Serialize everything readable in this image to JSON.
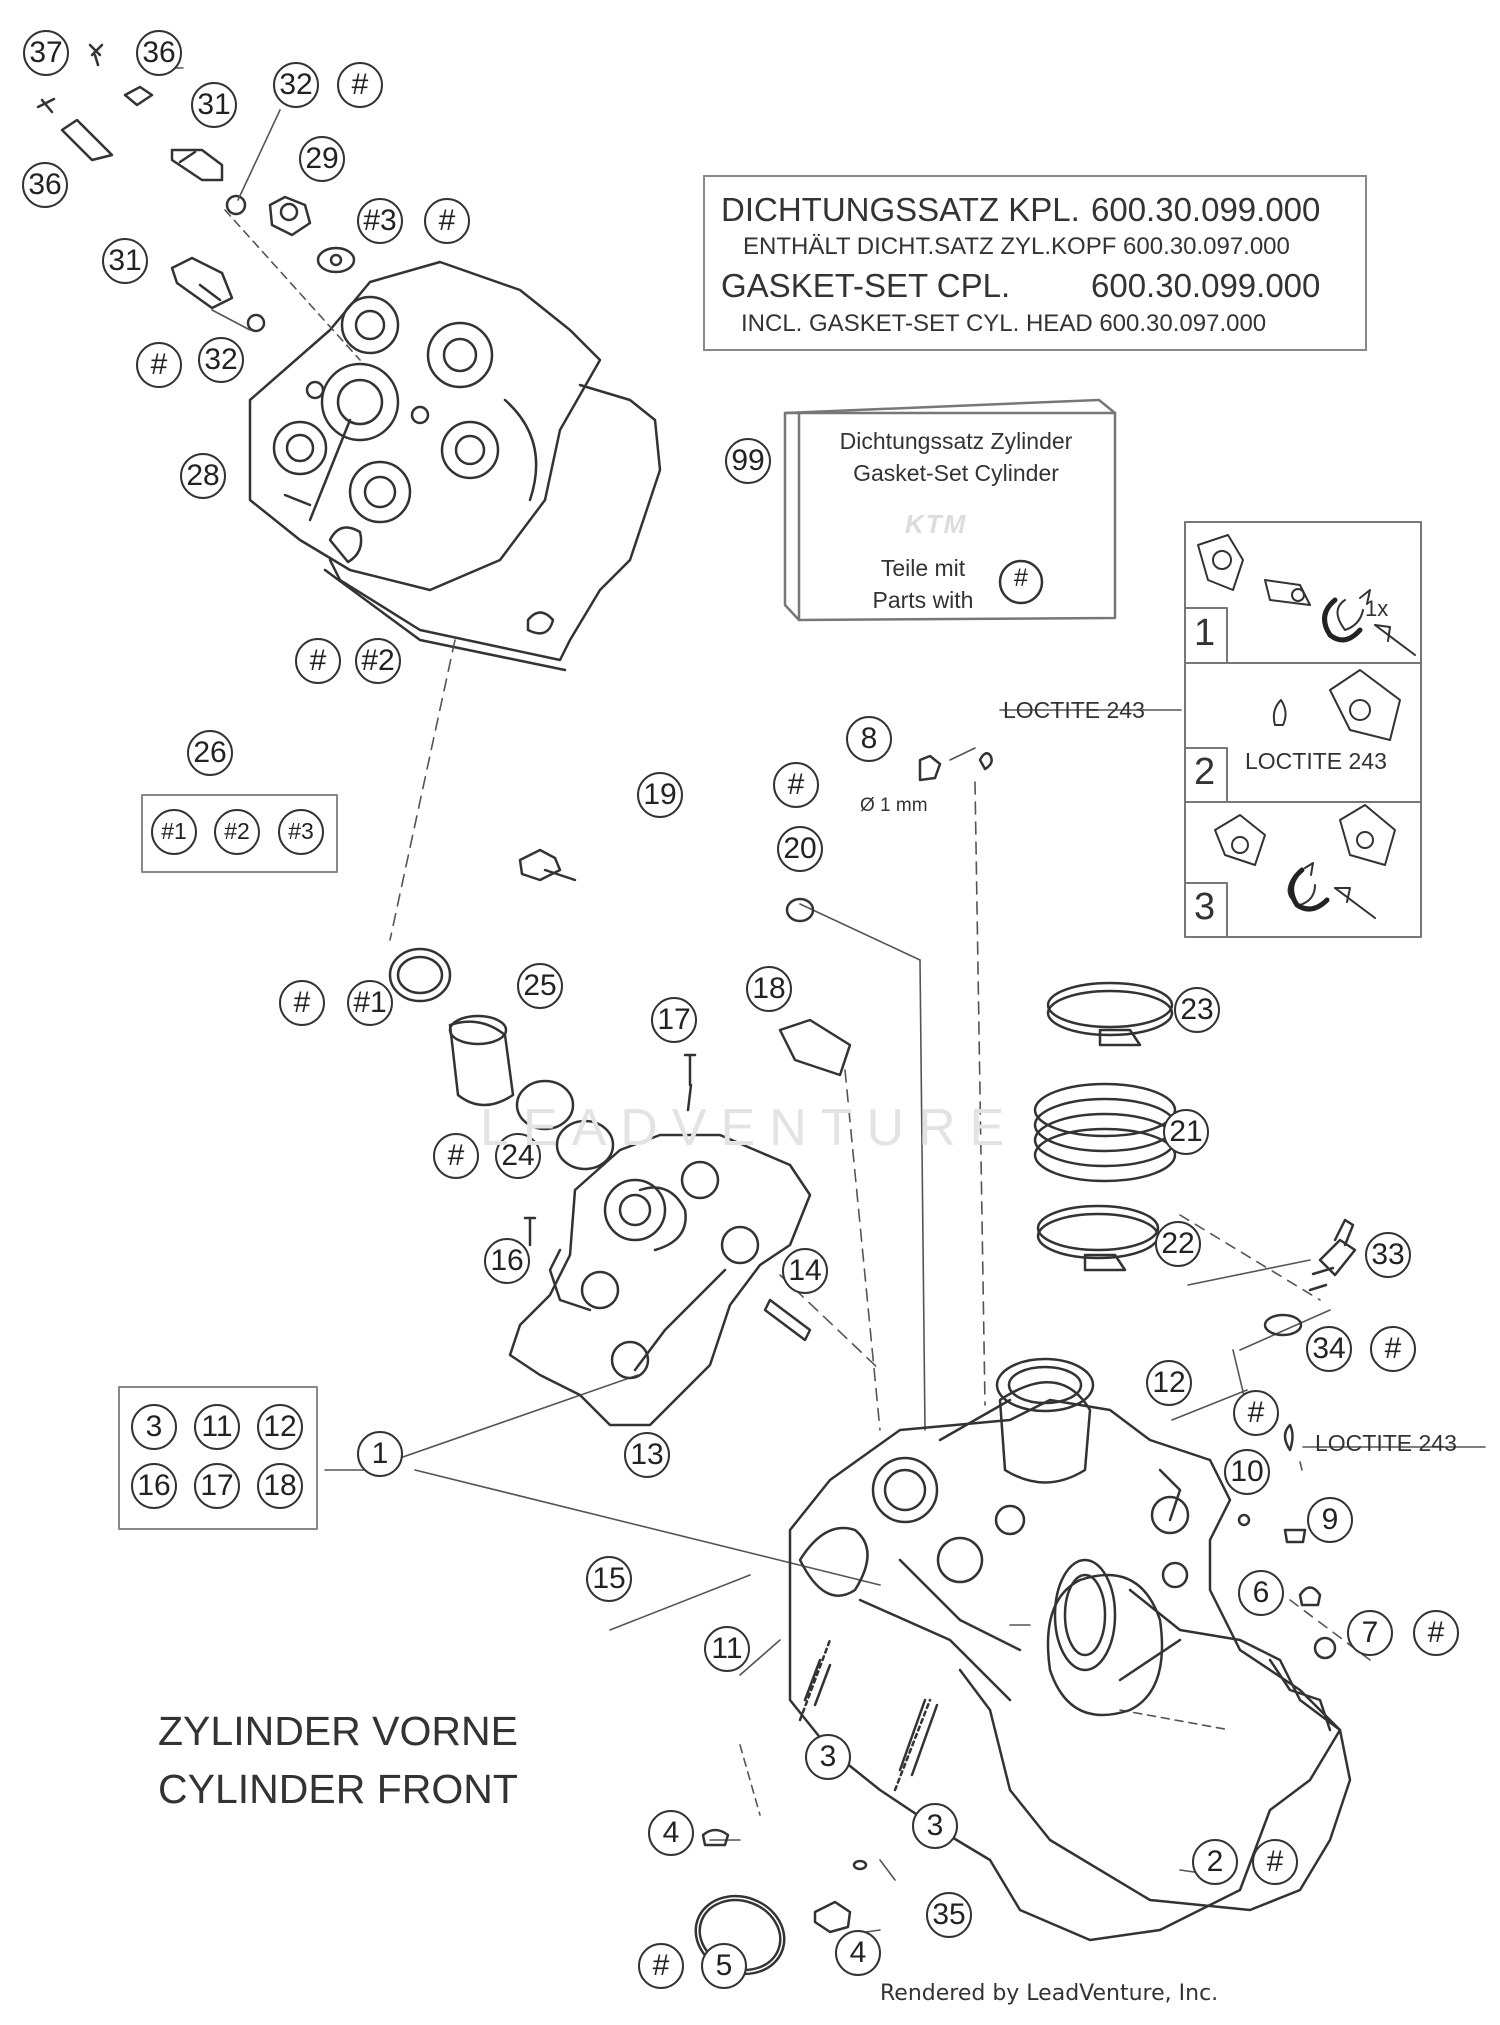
{
  "gasket_box": {
    "line1_label": "DICHTUNGSSATZ KPL.",
    "line1_number": "600.30.099.000",
    "line2": "ENTHÄLT DICHT.SATZ ZYL.KOPF 600.30.097.000",
    "line3_label": "GASKET-SET CPL.",
    "line3_number": "600.30.099.000",
    "line4": "INCL. GASKET-SET CYL. HEAD 600.30.097.000"
  },
  "kit_box": {
    "line1": "Dichtungssatz Zylinder",
    "line2": "Gasket-Set Cylinder",
    "logo": "KTM",
    "line3": "Teile mit",
    "line4": "Parts with",
    "symbol": "#"
  },
  "steps": {
    "step1": "1",
    "step1_note": "1x",
    "step2": "2",
    "step2_note": "LOCTITE 243",
    "step3": "3"
  },
  "loctite_labels": [
    "LOCTITE 243",
    "LOCTITE 243"
  ],
  "dimension_note": "Ø 1 mm",
  "title": {
    "line1": "ZYLINDER VORNE",
    "line2": "CYLINDER FRONT"
  },
  "credit": "Rendered by LeadVenture, Inc.",
  "watermark": "LEADVENTURE",
  "group_26_items": [
    "#1",
    "#2",
    "#3"
  ],
  "group_1_items": [
    "3",
    "11",
    "12",
    "16",
    "17",
    "18"
  ],
  "callouts": [
    "37",
    "36",
    "36",
    "31",
    "31",
    "32",
    "32",
    "29",
    "#3",
    "#",
    "#",
    "#",
    "28",
    "99",
    "#",
    "#2",
    "26",
    "8",
    "19",
    "#",
    "20",
    "18",
    "#",
    "#1",
    "25",
    "17",
    "23",
    "21",
    "#",
    "24",
    "16",
    "14",
    "22",
    "33",
    "34",
    "#",
    "12",
    "1",
    "13",
    "#",
    "10",
    "9",
    "15",
    "11",
    "6",
    "7",
    "#",
    "3",
    "3",
    "4",
    "4",
    "35",
    "2",
    "#",
    "#",
    "5"
  ]
}
